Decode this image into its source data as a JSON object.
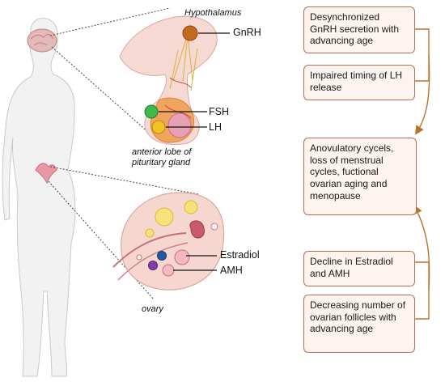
{
  "labels": {
    "hypothalamus": "Hypothalamus",
    "gnrh": "GnRH",
    "fsh": "FSH",
    "lh": "LH",
    "pituitary": "anterior lobe of\npituritary gland",
    "estradiol": "Estradiol",
    "amh": "AMH",
    "ovary": "ovary"
  },
  "boxes": {
    "desync": "Desynchronized GnRH secretion with advancing age",
    "lh_timing": "Impaired timing of LH release",
    "anovulatory": "Anovulatory cycels, loss of menstrual cycles, fuctional ovarian aging and menopause",
    "decline": "Decline in Estradiol and AMH",
    "follicles": "Decreasing number of ovarian follicles with advancing age"
  },
  "colors": {
    "box_border": "#b5705a",
    "box_fill": "#fdf3ef",
    "arrow": "#b8742e",
    "gnrh": "#c46a1c",
    "fsh": "#3fb84c",
    "lh": "#f2c226",
    "estradiol": "#2457a8",
    "amh": "#7e3fa6"
  }
}
